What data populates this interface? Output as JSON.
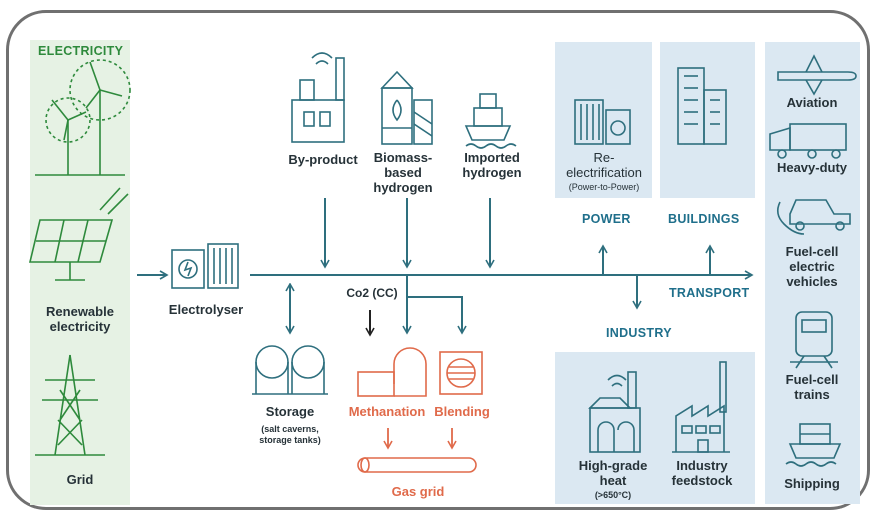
{
  "electricity": {
    "heading": "ELECTRICITY",
    "renewable": "Renewable electricity",
    "grid": "Grid"
  },
  "electrolyser": "Electrolyser",
  "sources": {
    "byproduct": "By-product",
    "biomass": "Biomass-based hydrogen",
    "imported": "Imported hydrogen"
  },
  "power": {
    "heading": "POWER",
    "item": "Re-electrification",
    "note": "(Power-to-Power)"
  },
  "buildings": {
    "heading": "BUILDINGS"
  },
  "transport": {
    "heading": "TRANSPORT",
    "items": [
      "Aviation",
      "Heavy-duty",
      "Fuel-cell electric vehicles",
      "Fuel-cell trains",
      "Shipping"
    ]
  },
  "industry": {
    "heading": "INDUSTRY",
    "heat": "High-grade heat",
    "heat_note": "(>650°C)",
    "feedstock": "Industry feedstock"
  },
  "co2": "Co2 (CC)",
  "storage": {
    "label": "Storage",
    "note": "(salt caverns, storage tanks)"
  },
  "methanation": "Methanation",
  "blending": "Blending",
  "gas_grid": "Gas grid",
  "colors": {
    "line": "#2e6f7e",
    "panel": "#dbe8f2",
    "green_panel": "#e6f2e4",
    "green": "#2e8a3c",
    "red": "#e06a4a"
  }
}
